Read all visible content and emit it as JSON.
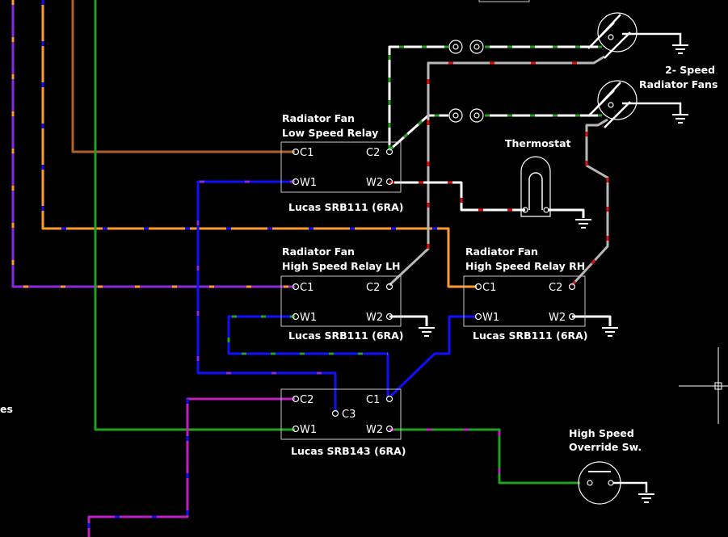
{
  "labels": {
    "fans": [
      "2- Speed",
      "Radiator Fans"
    ],
    "thermostat": "Thermostat",
    "override": [
      "High Speed",
      "Override Sw."
    ],
    "edge_text": "es"
  },
  "relays": {
    "low": {
      "title": [
        "Radiator Fan",
        "Low Speed Relay"
      ],
      "part": "Lucas SRB111 (6RA)",
      "pins": {
        "c1": "C1",
        "c2": "C2",
        "w1": "W1",
        "w2": "W2"
      }
    },
    "high_lh": {
      "title": [
        "Radiator Fan",
        "High Speed Relay LH"
      ],
      "part": "Lucas SRB111 (6RA)",
      "pins": {
        "c1": "C1",
        "c2": "C2",
        "w1": "W1",
        "w2": "W2"
      }
    },
    "high_rh": {
      "title": [
        "Radiator Fan",
        "High Speed Relay RH"
      ],
      "part": "Lucas SRB111 (6RA)",
      "pins": {
        "c1": "C1",
        "c2": "C2",
        "w1": "W1",
        "w2": "W2"
      }
    },
    "srb143": {
      "part": "Lucas SRB143 (6RA)",
      "pins": {
        "c1": "C1",
        "c2": "C2",
        "c3": "C3",
        "w1": "W1",
        "w2": "W2"
      }
    }
  },
  "colors": {
    "background": "#000000",
    "brown": "#b0602a",
    "orange": "#ff9b2e",
    "purple": "#8a2be2",
    "magenta": "#c020c0",
    "green": "#22a022",
    "blue": "#1010ff",
    "white": "#ffffff",
    "grey": "#b8b8b8",
    "red": "#e01010"
  }
}
